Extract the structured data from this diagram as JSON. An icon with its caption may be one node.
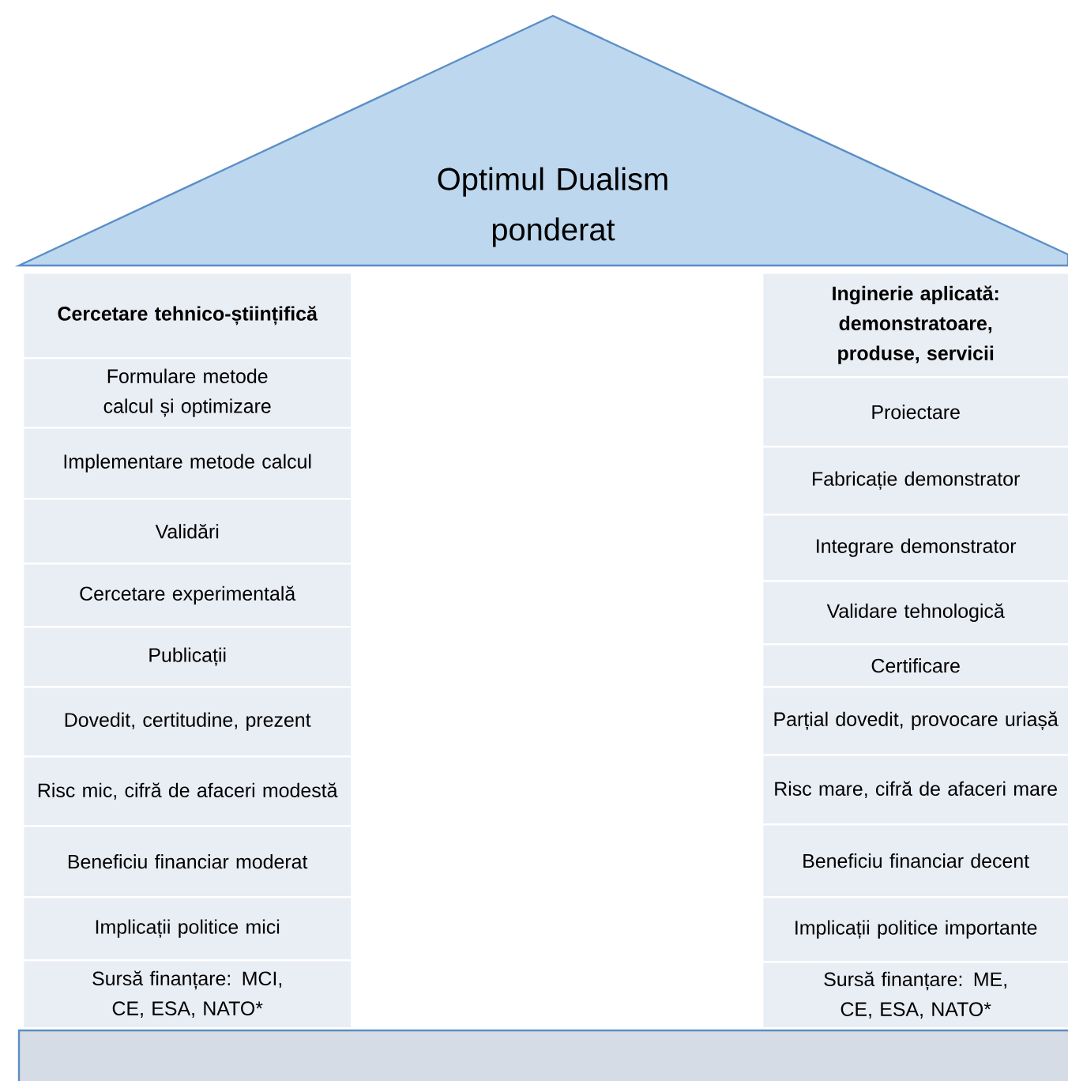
{
  "diagram": {
    "nodes": [
      {
        "text": [
          "Optimul Dualism ponderat"
        ]
      },
      {
        "text": [
          "Cercetare tehnico-științifică"
        ]
      },
      {
        "text": [
          "Formulare metode calcul și optimizare"
        ]
      },
      {
        "text": [
          "Implementare metode calcul"
        ]
      },
      {
        "text": [
          "Validări"
        ]
      },
      {
        "text": [
          "Cercetare experimentală"
        ]
      },
      {
        "text": [
          "Publicații"
        ]
      },
      {
        "text": [
          "Dovedit, certitudine, prezent"
        ]
      },
      {
        "text": [
          "Risc mic, cifră de afaceri modestă"
        ]
      },
      {
        "text": [
          "Beneficiu financiar moderat"
        ]
      },
      {
        "text": [
          "Implicații politice mici"
        ]
      },
      {
        "text": [
          "Sursă finanțare: MCI, CE, ESA, NATO*"
        ]
      },
      {
        "text": [
          "Inginerie aplicată: demonstratoare, produse, servicii"
        ]
      },
      {
        "text": [
          "Proiectare"
        ]
      },
      {
        "text": [
          "Fabricație demonstrator"
        ]
      },
      {
        "text": [
          "Integrare demonstrator"
        ]
      },
      {
        "text": [
          "Validare tehnologică"
        ]
      },
      {
        "text": [
          "Certificare"
        ]
      },
      {
        "text": [
          "Parțial dovedit, provocare uriașă"
        ]
      },
      {
        "text": [
          "Risc mare, cifră de afaceri mare"
        ]
      },
      {
        "text": [
          "Beneficiu financiar decent"
        ]
      },
      {
        "text": [
          "Implicații politice importante"
        ]
      },
      {
        "text": [
          "Sursă finanțare: ME, CE, ESA, NATO*"
        ]
      },
      {
        "text": [],
        "shape": "bar"
      }
    ]
  }
}
